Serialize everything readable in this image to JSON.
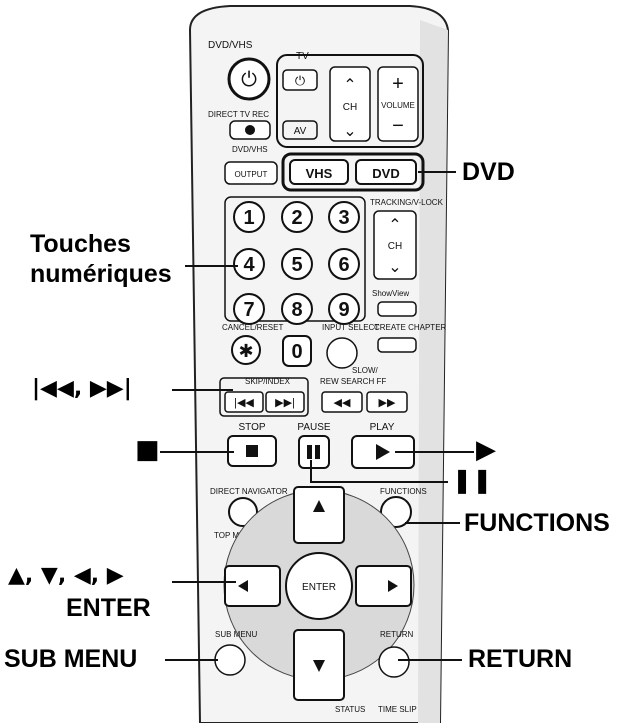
{
  "callouts": {
    "dvd": "DVD",
    "numeric_line1": "Touches",
    "numeric_line2": "numériques",
    "skip": "|◀◀, ▶▶|",
    "stop": "■",
    "play": "▶",
    "pause": "❚❚",
    "functions": "FUNCTIONS",
    "arrows": "▲, ▼, ◀, ▶",
    "enter": "ENTER",
    "submenu": "SUB MENU",
    "return": "RETURN"
  },
  "remote_labels": {
    "dvd_vhs_top": "DVD/VHS",
    "tv": "TV",
    "ch": "CH",
    "volume": "VOLUME",
    "direct_tv_rec": "DIRECT TV REC",
    "av": "AV",
    "dvd_vhs_output_small": "DVD/VHS",
    "output": "OUTPUT",
    "vhs": "VHS",
    "dvd": "DVD",
    "tracking": "TRACKING/V-LOCK",
    "digits": [
      "1",
      "2",
      "3",
      "4",
      "5",
      "6",
      "7",
      "8",
      "9",
      "0"
    ],
    "star": "✱",
    "cancel_reset": "CANCEL/RESET",
    "input_select": "INPUT SELECT",
    "showview": "ShowView",
    "create_chapter": "CREATE CHAPTER",
    "skip_index": "SKIP/INDEX",
    "slow_search": "SLOW/",
    "rew_search_ff": "REW  SEARCH  FF",
    "stop": "STOP",
    "pause": "PAUSE",
    "play": "PLAY",
    "direct_navigator": "DIRECT NAVIGATOR",
    "functions": "FUNCTIONS",
    "top_menu": "TOP MENU",
    "enter": "ENTER",
    "sub_menu": "SUB MENU",
    "return": "RETURN",
    "status": "STATUS",
    "time_slip": "TIME SLIP"
  }
}
